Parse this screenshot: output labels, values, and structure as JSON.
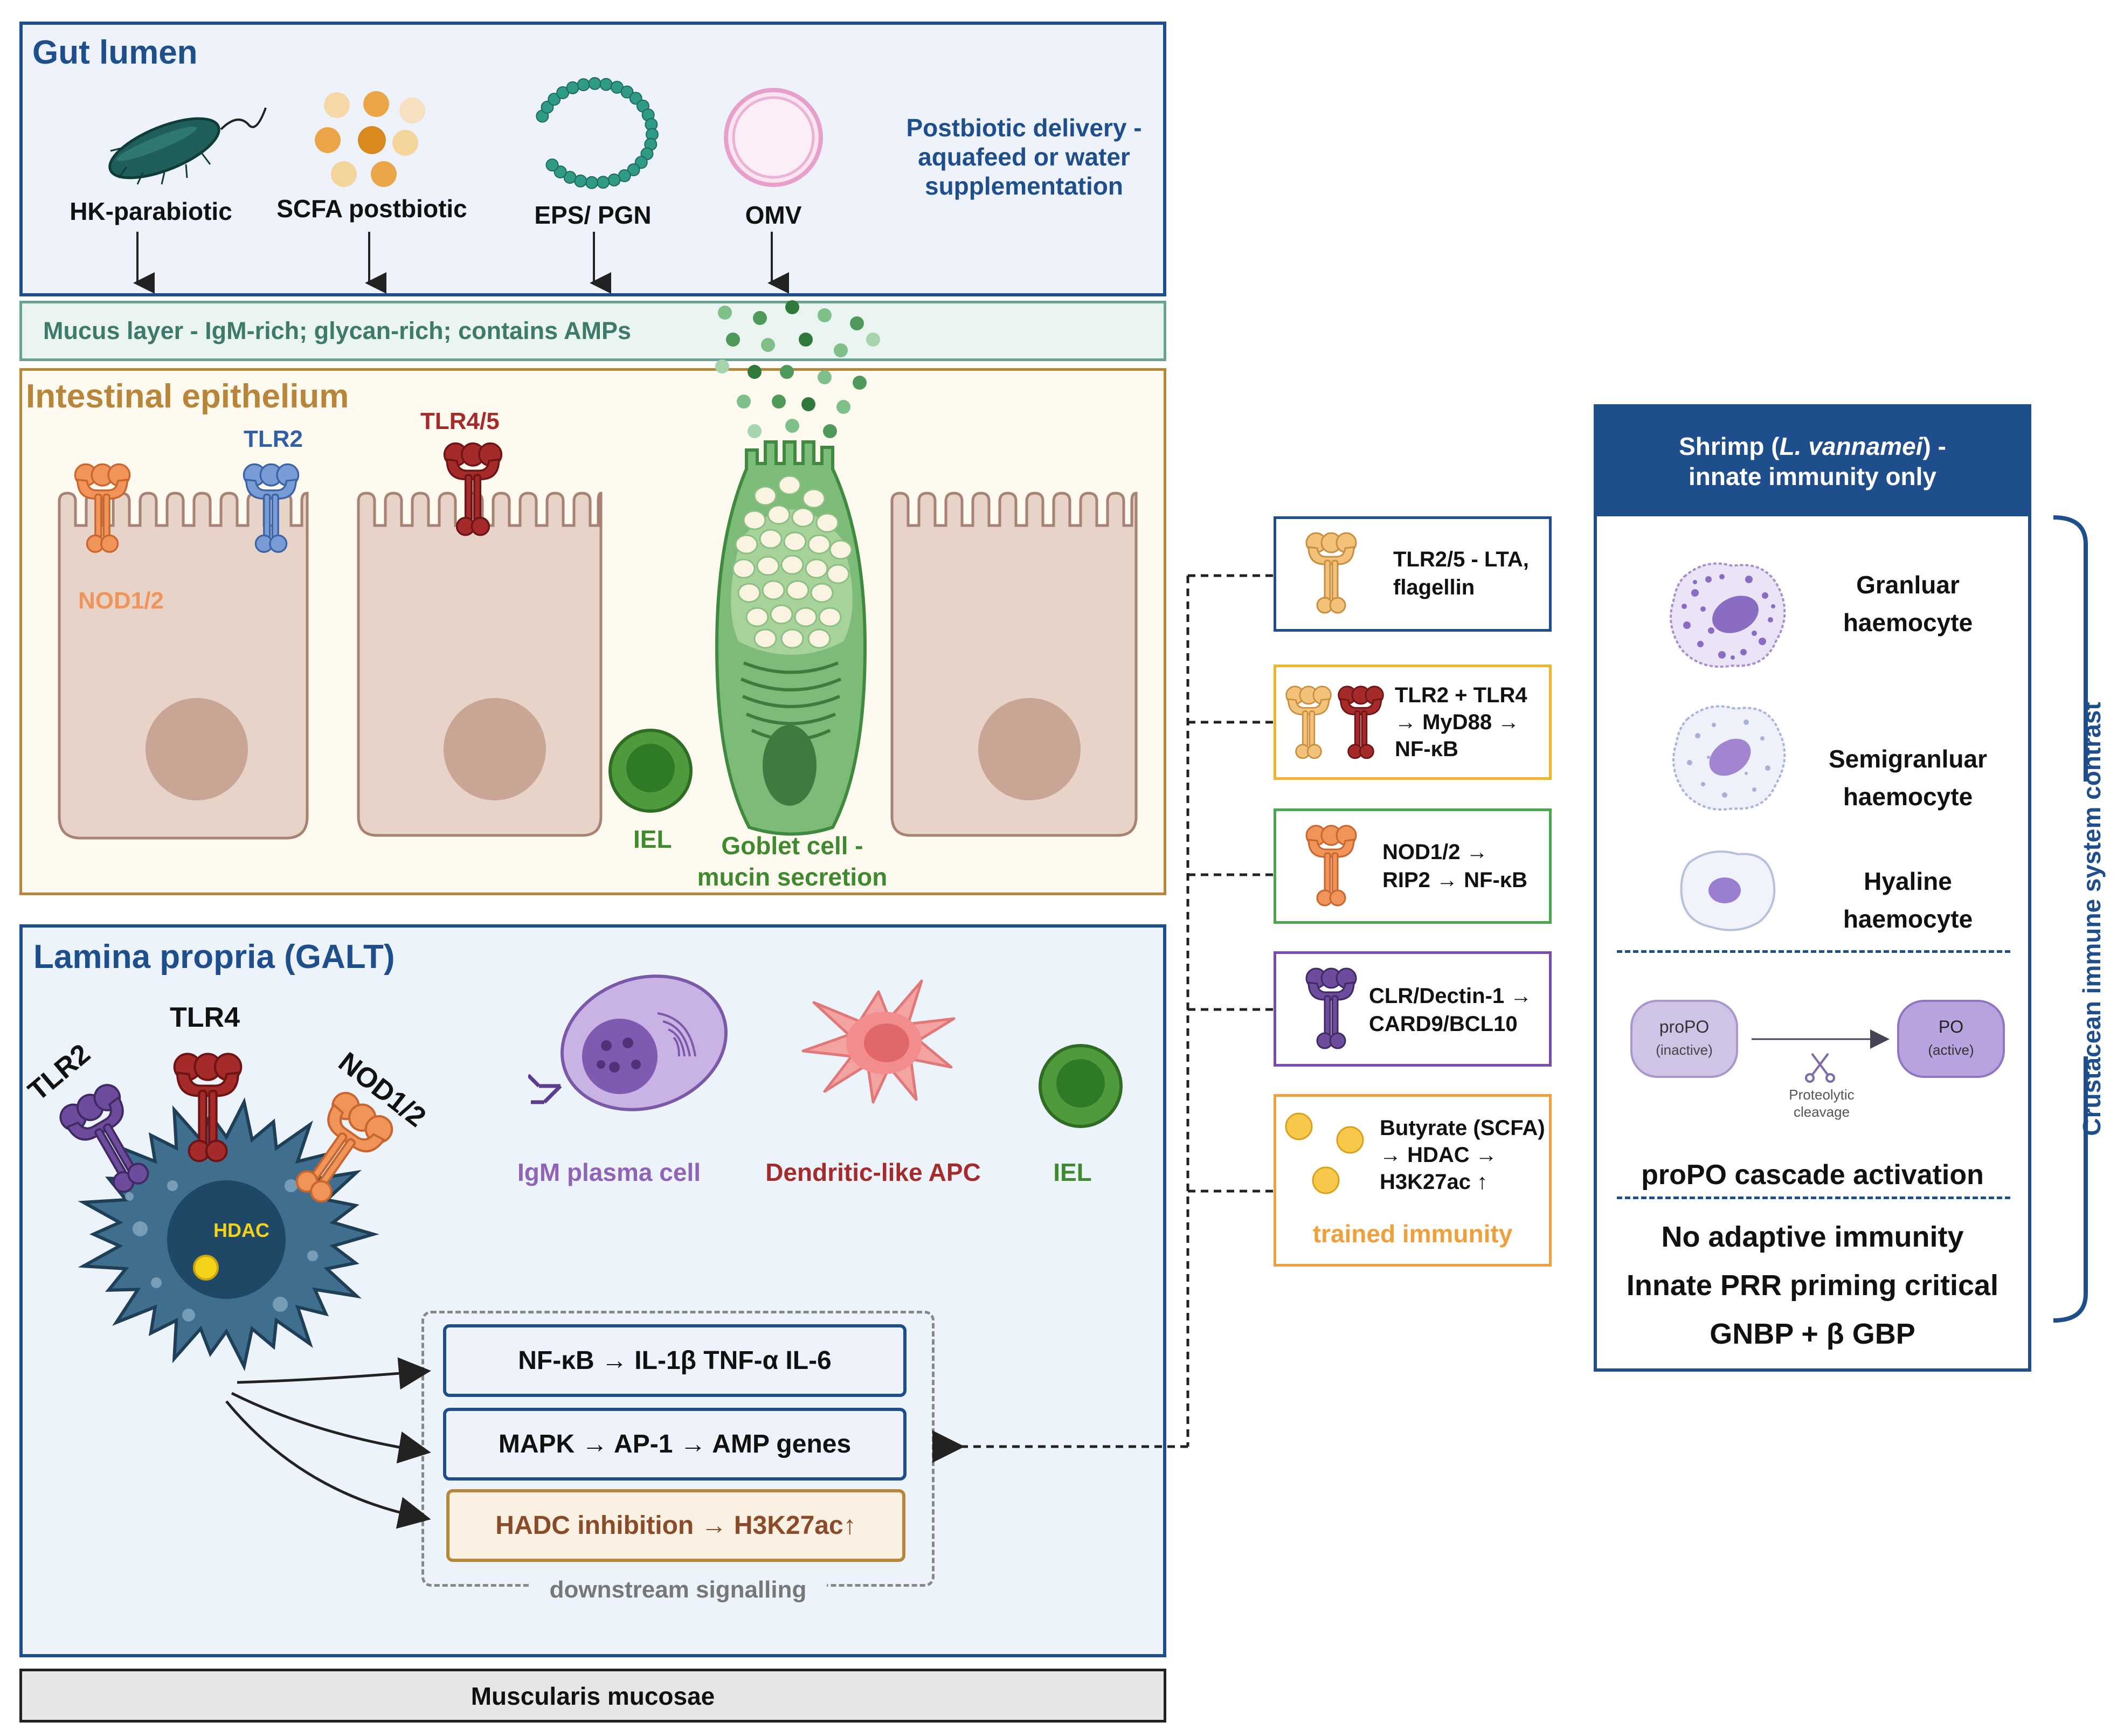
{
  "colors": {
    "lumen_bg": "#eef3fb",
    "lumen_border": "#1f4e8c",
    "mucus_bg": "#eaf4f0",
    "mucus_border": "#6aa392",
    "mucus_text": "#3d7a6a",
    "epi_bg": "#fffaf0",
    "epi_border": "#b8863a",
    "epi_title": "#b8863a",
    "lp_bg": "#edf3fb",
    "lp_border": "#1f4e8c",
    "title_blue": "#1f4e8c",
    "cell_fill": "#e8d3c8",
    "nucleus": "#c9a596",
    "tlr2_blue": "#4a7bc0",
    "tlr45_red": "#a52a2a",
    "nod_orange": "#f0945a",
    "tlr_yellow": "#f2c27b",
    "dectin_purple": "#6d4c9e",
    "iel_green": "#3f8a2e",
    "goblet_green": "#5c9e5f",
    "plasma_purple": "#8e63b8",
    "apc_red": "#a52a2a",
    "shrimp_header": "#1f4e8c",
    "muscularis_bg": "#e6e6e6"
  },
  "gut_lumen": {
    "title": "Gut lumen",
    "items": [
      {
        "label": "HK-parabiotic",
        "icon": "bacterium-icon"
      },
      {
        "label": "SCFA postbiotic",
        "icon": "scfa-droplets-icon"
      },
      {
        "label": "EPS/ PGN",
        "icon": "bead-chain-icon"
      },
      {
        "label": "OMV",
        "icon": "vesicle-icon"
      }
    ],
    "delivery": [
      "Postbiotic delivery -",
      "aquafeed or water",
      "supplementation"
    ]
  },
  "mucus": {
    "label": "Mucus layer - IgM-rich; glycan-rich; contains AMPs"
  },
  "epithelium": {
    "title": "Intestinal epithelium",
    "labels": {
      "tlr2": "TLR2",
      "tlr45": "TLR4/5",
      "nod": "NOD1/2",
      "iel": "IEL",
      "goblet": [
        "Goblet cell -",
        "mucin secretion"
      ]
    }
  },
  "lamina": {
    "title": "Lamina propria (GALT)",
    "receptors": {
      "tlr2": "TLR2",
      "tlr4": "TLR4",
      "nod": "NOD1/2"
    },
    "hdac": "HDAC",
    "cells": {
      "plasma": "IgM plasma cell",
      "apc": "Dendritic-like APC",
      "iel": "IEL"
    },
    "signalling": [
      "NF-κB → IL-1β  TNF-α  IL-6",
      "MAPK → AP-1  → AMP genes",
      "HADC inhibition  → H3K27ac↑"
    ],
    "signalling_label": "downstream signalling"
  },
  "muscularis": {
    "label": "Muscularis mucosae"
  },
  "pathways": [
    {
      "lines": [
        "TLR2/5 - LTA,",
        "flagellin"
      ],
      "border": "#1f4e8c"
    },
    {
      "lines": [
        "TLR2 + TLR4",
        "→ MyD88  →",
        "NF-κB"
      ],
      "border": "#f0b429"
    },
    {
      "lines": [
        "NOD1/2  →",
        "RIP2  → NF-κB"
      ],
      "border": "#4aa64a"
    },
    {
      "lines": [
        "CLR/Dectin-1  →",
        "CARD9/BCL10"
      ],
      "border": "#7a4ea8"
    },
    {
      "lines": [
        "Butyrate (SCFA)",
        "→ HDAC  →",
        "H3K27ac ↑"
      ],
      "border": "#f0a03a",
      "extra": "trained immunity"
    }
  ],
  "shrimp": {
    "header_pre": "Shrimp (",
    "header_italic": "L. vannamei",
    "header_post": ") -",
    "header_line2": "innate immunity only",
    "haemocytes": [
      {
        "lines": [
          "Granluar",
          "haemocyte"
        ],
        "icon": "granular-haemocyte-icon"
      },
      {
        "lines": [
          "Semigranluar",
          "haemocyte"
        ],
        "icon": "semigranular-haemocyte-icon"
      },
      {
        "lines": [
          "Hyaline",
          "haemocyte"
        ],
        "icon": "hyaline-haemocyte-icon"
      }
    ],
    "propo": {
      "pro": "proPO",
      "pro_sub": "(inactive)",
      "po": "PO",
      "po_sub": "(active)",
      "cleavage": [
        "Proteolytic",
        "cleavage"
      ]
    },
    "cascade": "proPO cascade activation",
    "notes": [
      "No adaptive immunity",
      "Innate PRR priming critical",
      "GNBP + β GBP"
    ],
    "side_label": "Crustacean immune system contrast"
  }
}
